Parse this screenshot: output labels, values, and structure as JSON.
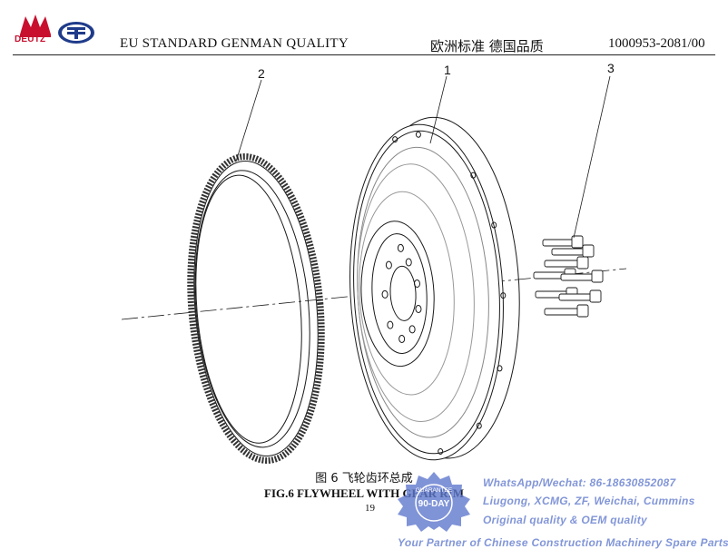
{
  "header": {
    "logo_deutz_text": "DEUTZ",
    "left_text": "EU STANDARD    GENMAN QUALITY",
    "mid_text": "欧洲标准  德国品质",
    "right_text": "1000953-2081/00"
  },
  "drawing": {
    "callouts": [
      "1",
      "2",
      "3"
    ],
    "colors": {
      "line": "#1a1a1a",
      "hatch": "#555555"
    }
  },
  "caption": {
    "cn": "图 6  飞轮齿环总成",
    "en": "FIG.6 FLYWHEEL WITH GEAR RIM"
  },
  "page_number": "19",
  "watermark": {
    "seal_top": "GUARANTEE",
    "seal_mid": "90-DAY",
    "lines": [
      "WhatsApp/Wechat: 86-18630852087",
      "Liugong, XCMG, ZF, Weichai, Cummins",
      "Original quality  &  OEM quality",
      "Your Partner of Chinese Construction Machinery Spare Parts"
    ],
    "color": "#5f78cd"
  }
}
